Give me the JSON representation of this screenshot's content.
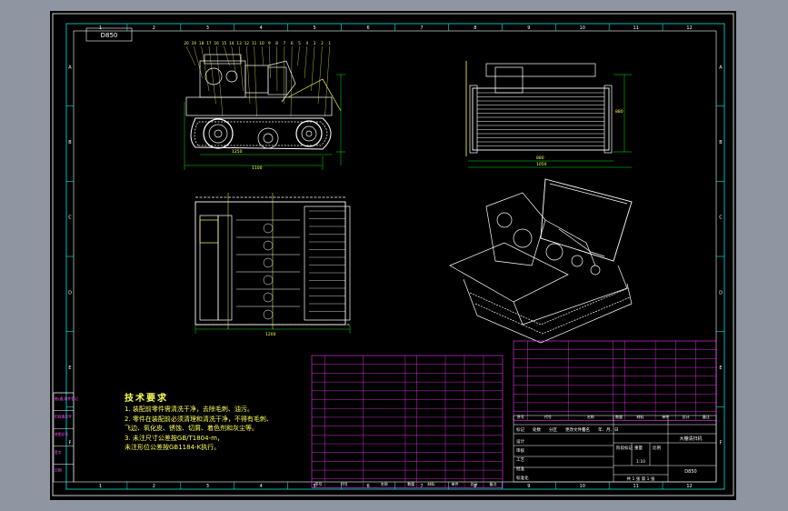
{
  "drawing": {
    "code_box": "D850",
    "frame_numbers_top": [
      "1",
      "2",
      "3",
      "4",
      "5",
      "6",
      "7",
      "8",
      "9",
      "10",
      "11",
      "12"
    ],
    "frame_letters_side": [
      "A",
      "B",
      "C",
      "D",
      "E",
      "F"
    ],
    "side_labels": [
      "借(通)用件登记",
      "旧底图总号",
      "底图总号",
      "签字",
      "日期"
    ]
  },
  "dimensions": {
    "front_width": "1100",
    "front_track": "1250",
    "right_width": "880",
    "right_total": "1050",
    "right_height": "880",
    "top_width": "1200"
  },
  "balloons": [
    "20",
    "19",
    "18",
    "17",
    "16",
    "15",
    "14",
    "13",
    "12",
    "11",
    "10",
    "9",
    "8",
    "7",
    "6",
    "5",
    "4",
    "3",
    "2",
    "1"
  ],
  "tech_notes": {
    "title": "技术要求",
    "lines": [
      "1. 装配前零件需清洗干净，去除毛刺、油污。",
      "2. 零件在装配前必须清理和清洗干净，不得有毛刺、",
      "   飞边、氧化皮、锈蚀、切屑、着色剂和灰尘等。",
      "3. 未注尺寸公差按GB/T1804-m，",
      "   未注形位公差按GB1184-K执行。"
    ]
  },
  "title_block": {
    "name": "大棚清扫机",
    "drawing_no": "D850",
    "scale": "1:10",
    "sheet": "共 1 张  第 1 张",
    "labels": [
      "标记",
      "处数",
      "分区",
      "更改文件号",
      "签名",
      "年、月、日"
    ],
    "roles": [
      "设计",
      "审核",
      "工艺",
      "批准",
      "标准化"
    ],
    "stage_labels": [
      "阶段标记",
      "重量",
      "比例"
    ]
  },
  "bom_left_header": [
    "序号",
    "代号",
    "名称",
    "数量",
    "材料",
    "单件",
    "总计",
    "备注"
  ],
  "bom_right_header": [
    "序号",
    "代号",
    "名称",
    "数量",
    "材料",
    "单件",
    "总计",
    "备注"
  ]
}
